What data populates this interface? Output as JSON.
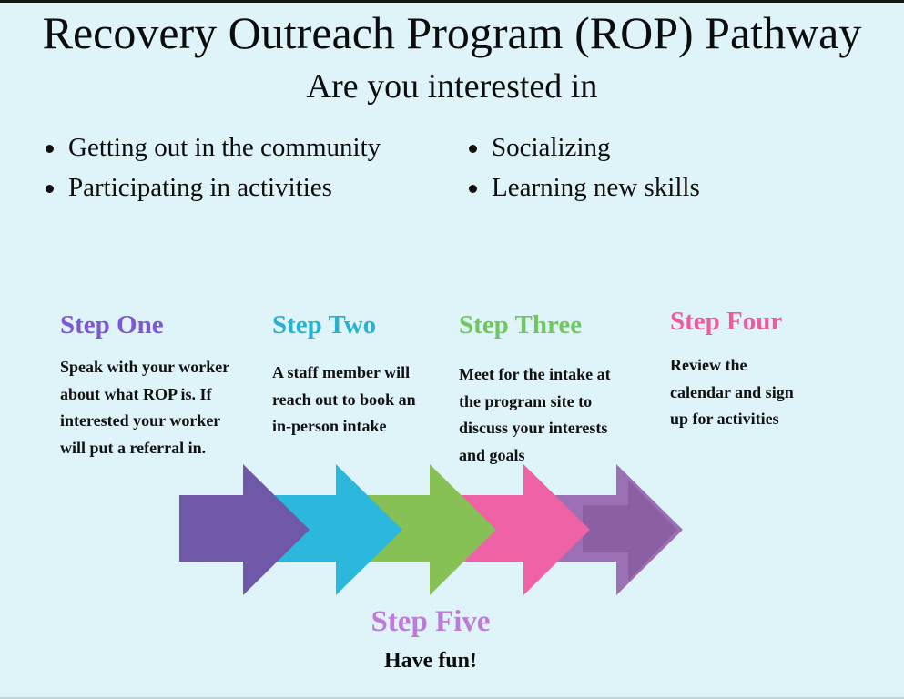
{
  "header": {
    "title": "Recovery Outreach Program (ROP) Pathway",
    "subtitle": "Are you interested in"
  },
  "interests": {
    "left": [
      "Getting out in the community",
      "Participating in activities"
    ],
    "right": [
      "Socializing",
      "Learning new skills"
    ]
  },
  "steps": [
    {
      "label": "Step One",
      "color": "#7e57d2",
      "lines": [
        "Speak with your worker",
        "about what ROP is. If",
        "interested your worker",
        "will put a referral in."
      ]
    },
    {
      "label": "Step Two",
      "color": "#27b3cf",
      "lines": [
        "A staff member will",
        "reach out to book an",
        "in-person intake"
      ]
    },
    {
      "label": "Step Three",
      "color": "#70c761",
      "lines": [
        "Meet for the intake at",
        "the program site to",
        "discuss your interests",
        "and goals"
      ]
    },
    {
      "label": "Step Four",
      "color": "#ef5aa1",
      "lines": [
        "Review the",
        "calendar and sign",
        "up for activities"
      ]
    }
  ],
  "step_five": {
    "label": "Step Five",
    "color": "#bd7ad8",
    "text": "Have fun!"
  },
  "arrows": {
    "colors": [
      "#6f58a8",
      "#2bb8dc",
      "#87c055",
      "#ef62a5",
      "#9c70b5"
    ],
    "shadow_color": "#7a4f91"
  },
  "background_color": "#dff4f9"
}
